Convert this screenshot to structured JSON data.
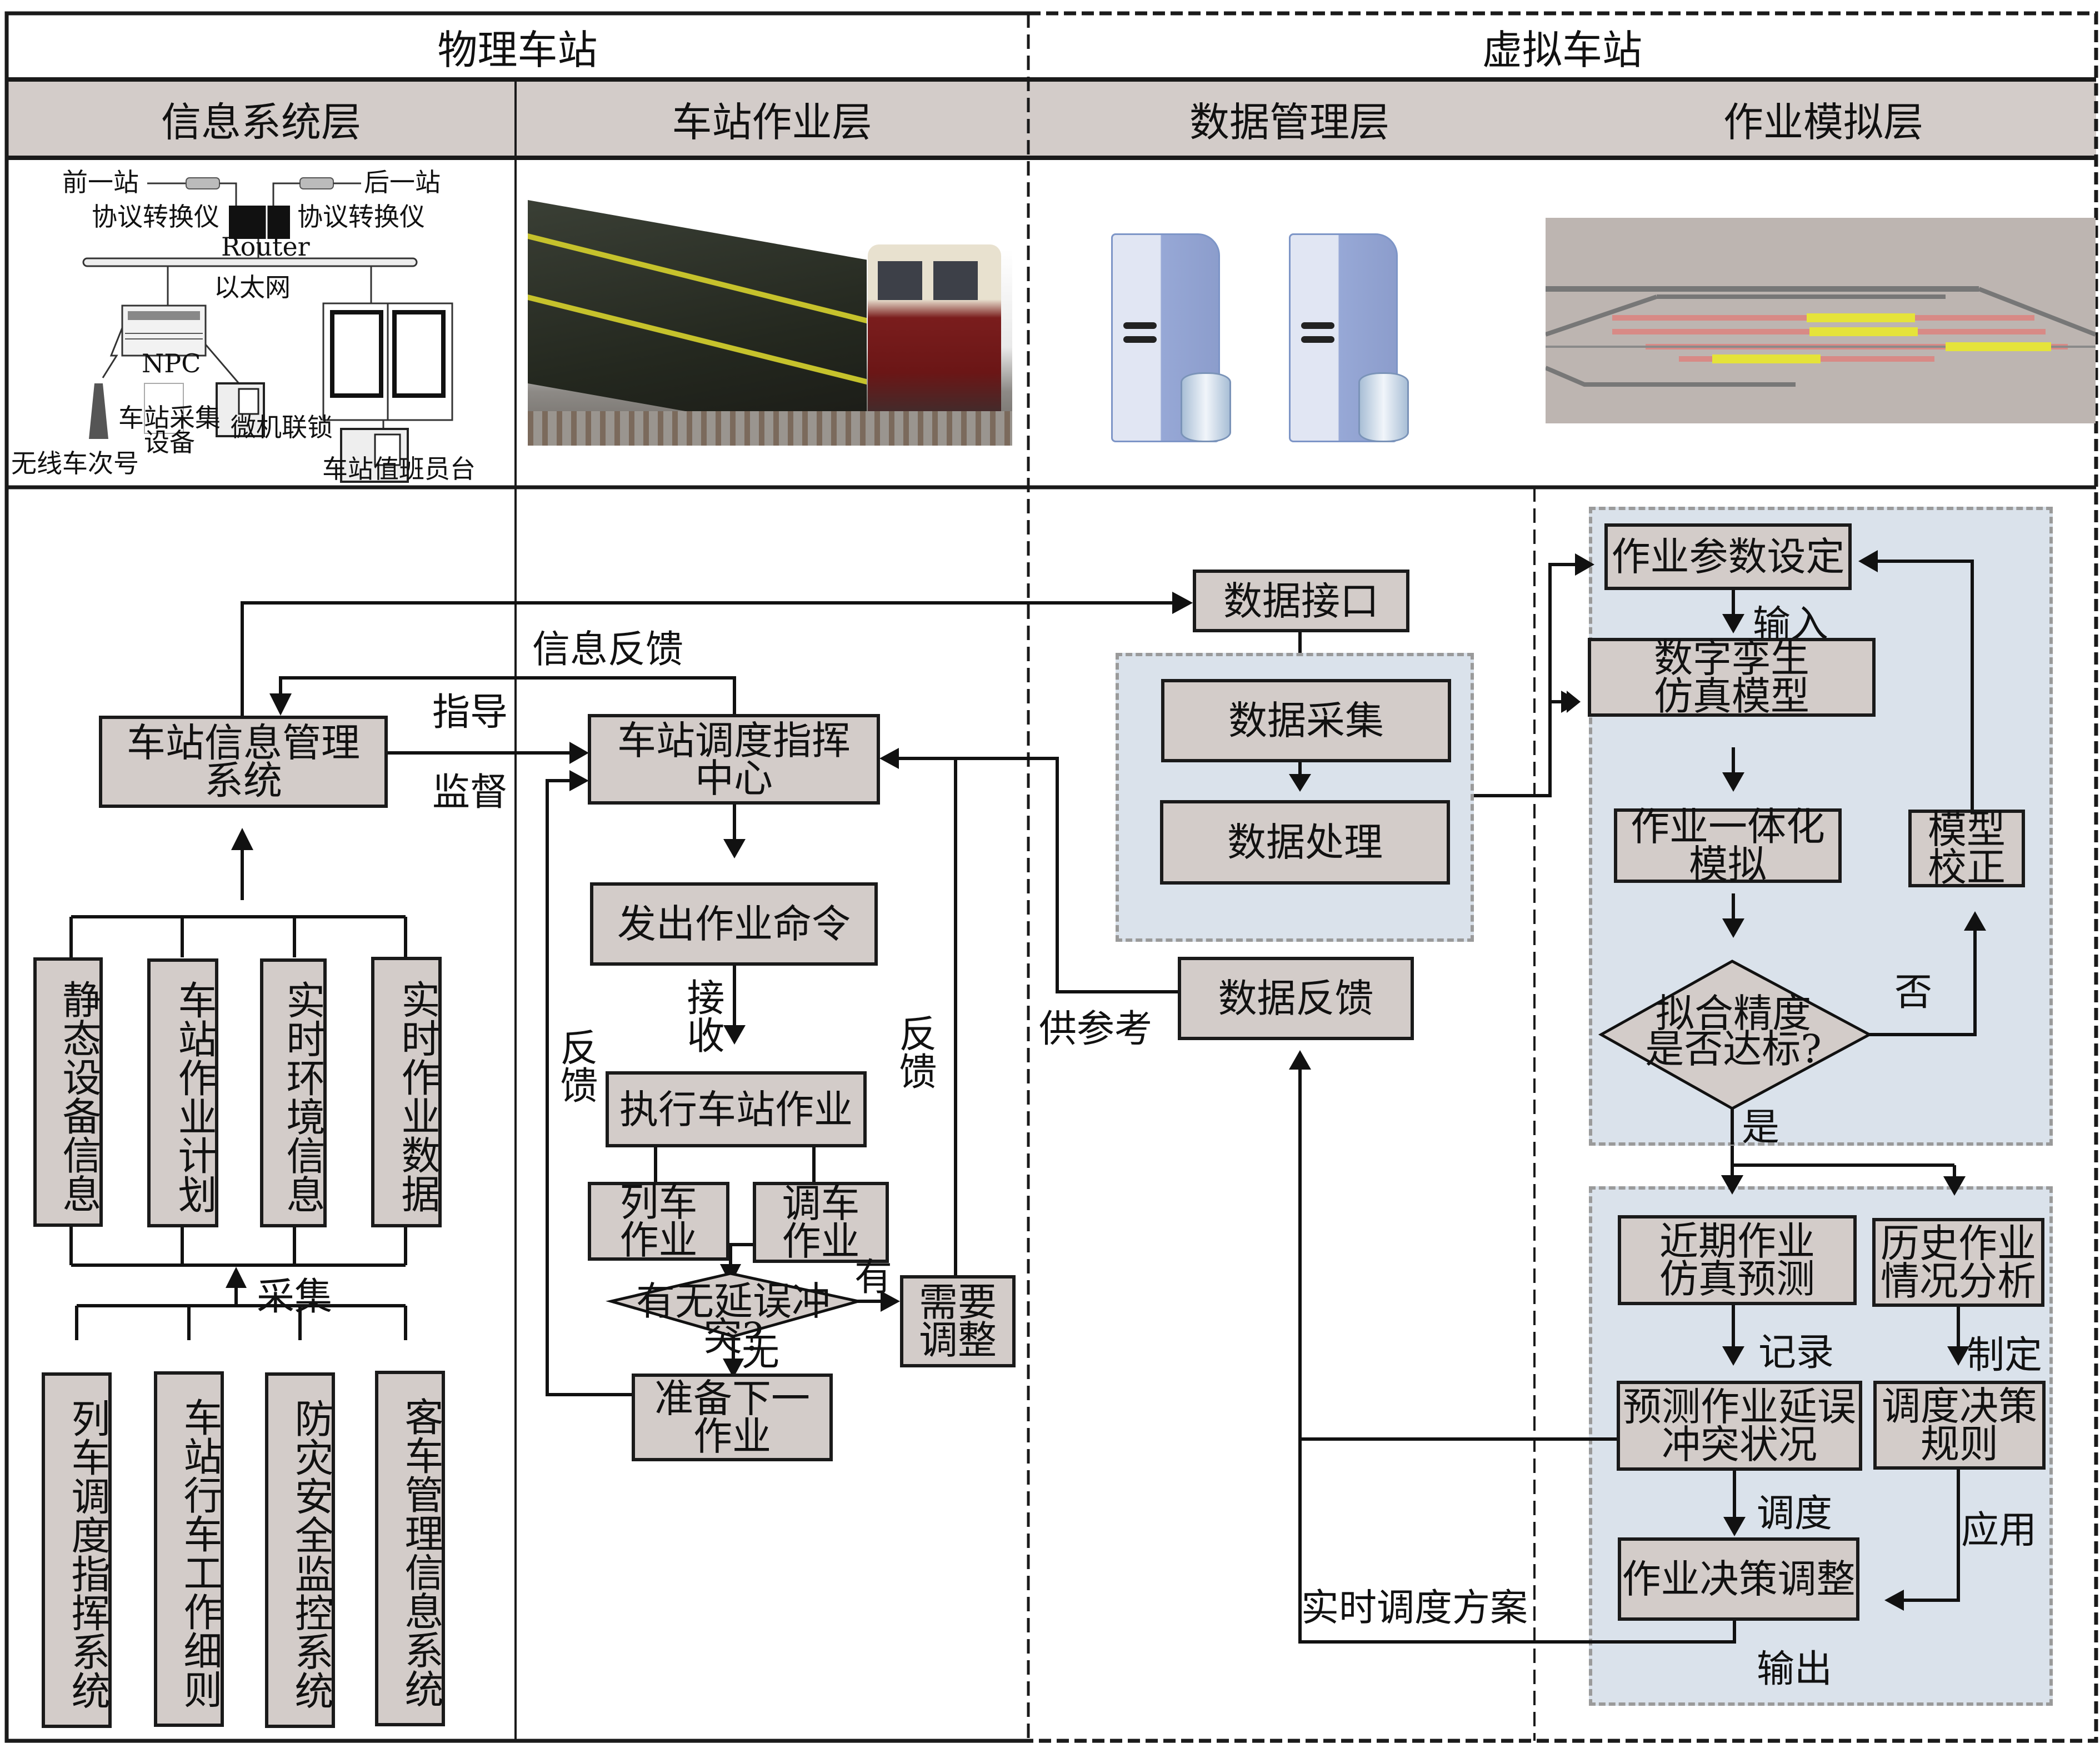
{
  "header": {
    "physical_station": "物理车站",
    "virtual_station": "虚拟车站",
    "layers": [
      "信息系统层",
      "车站作业层",
      "数据管理层",
      "作业模拟层"
    ]
  },
  "info_system_diagram": {
    "prev_station": "前一站",
    "next_station": "后一站",
    "protocol_converter_left": "协议转换仪",
    "protocol_converter_right": "协议转换仪",
    "router": "Router",
    "ethernet": "以太网",
    "npc": "NPC",
    "station_collection_device": "车站采集设备",
    "computer_interlocking": "微机联锁",
    "wireless_train_number": "无线车次号",
    "station_duty_console": "车站值班员台"
  },
  "info_layer": {
    "management_system": "车站信息管理系统",
    "guide_label": "指导",
    "supervise_label": "监督",
    "collect_label": "采集",
    "info_types": [
      "静态设备信息",
      "车站作业计划",
      "实时环境信息",
      "实时作业数据"
    ],
    "source_systems": [
      "列车调度指挥系统",
      "车站行车工作细则",
      "防灾安全监控系统",
      "客车管理信息系统"
    ]
  },
  "operation_layer": {
    "info_feedback": "信息反馈",
    "dispatch_center": "车站调度指挥中心",
    "issue_command": "发出作业命令",
    "receive_label": "接收",
    "execute_operation": "执行车站作业",
    "train_operation": "列车作业",
    "shunting_operation": "调车作业",
    "conflict_question": "有无延误冲突?",
    "yes_label": "有",
    "no_label": "无",
    "need_adjust": "需要调整",
    "prepare_next": "准备下一作业",
    "feedback_left": "反馈",
    "feedback_right": "反馈"
  },
  "data_layer": {
    "data_interface": "数据接口",
    "data_collection": "数据采集",
    "data_processing": "数据处理",
    "data_feedback": "数据反馈",
    "for_reference": "供参考",
    "realtime_plan": "实时调度方案"
  },
  "simulation_layer": {
    "param_setting": "作业参数设定",
    "input_label": "输入",
    "digital_twin_model": "数字孪生仿真模型",
    "integrated_simulation": "作业一体化模拟",
    "model_calibration": "模型校正",
    "accuracy_question": "拟合精度是否达标?",
    "no_label": "否",
    "yes_label": "是",
    "recent_prediction": "近期作业仿真预测",
    "history_analysis": "历史作业情况分析",
    "record_label": "记录",
    "formulate_label": "制定",
    "predicted_conflict": "预测作业延误冲突状况",
    "dispatch_rules": "调度决策规则",
    "dispatch_label": "调度",
    "apply_label": "应用",
    "decision_adjust": "作业决策调整",
    "output_label": "输出"
  },
  "colors": {
    "box_fill": "#d3ccc9",
    "panel_fill": "#dae2eb",
    "line": "#1a1a1a"
  }
}
